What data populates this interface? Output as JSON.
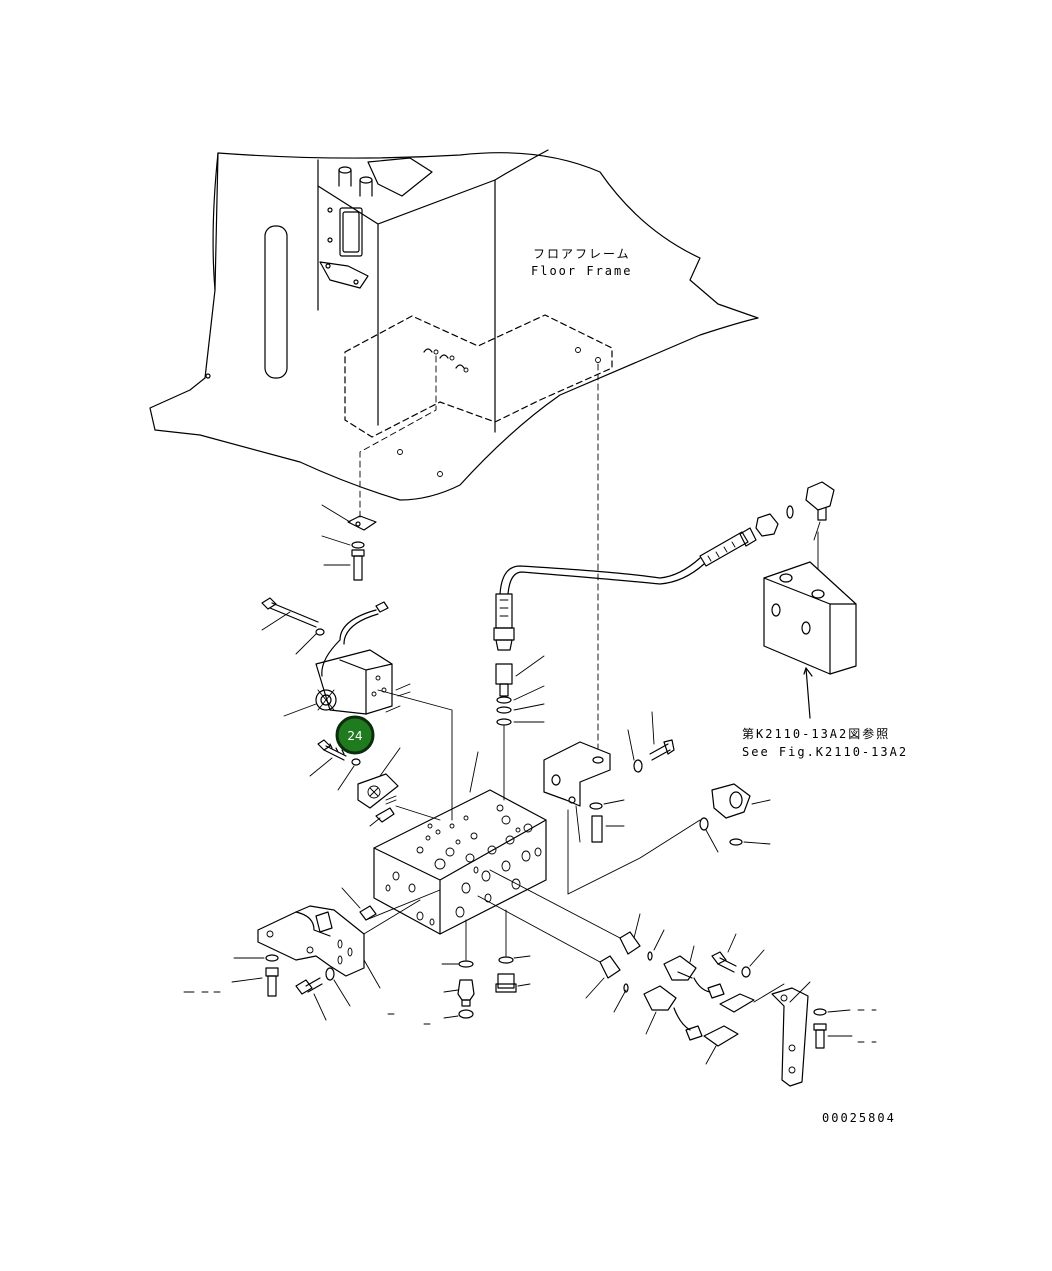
{
  "labels": {
    "floor_frame_jp": "フロアフレーム",
    "floor_frame_en": "Floor Frame",
    "see_fig_jp": "第K2110-13A2図参照",
    "see_fig_en": "See Fig.K2110-13A2",
    "drawing_number": "00025804"
  },
  "callout": {
    "number": "24",
    "fill_color": "#1e7b1e",
    "ring_color": "#0c2c0c"
  }
}
